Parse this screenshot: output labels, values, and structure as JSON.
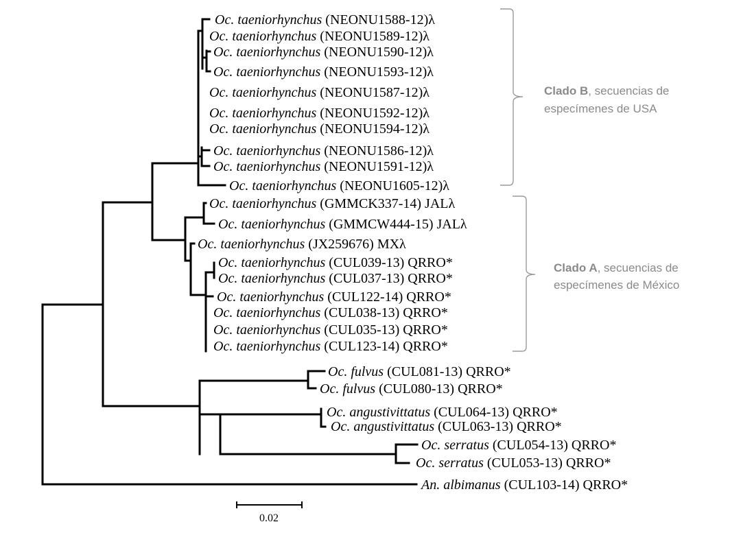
{
  "leaves": [
    {
      "id": "L1",
      "species": "Oc. taeniorhynchus",
      "code": " (NEONU1588-12)λ"
    },
    {
      "id": "L2",
      "species": "Oc. taeniorhynchus",
      "code": " (NEONU1589-12)λ"
    },
    {
      "id": "L3",
      "species": "Oc. taeniorhynchus",
      "code": " (NEONU1590-12)λ"
    },
    {
      "id": "L4",
      "species": "Oc. taeniorhynchus",
      "code": " (NEONU1593-12)λ"
    },
    {
      "id": "L5",
      "species": "Oc. taeniorhynchus",
      "code": " (NEONU1587-12)λ"
    },
    {
      "id": "L6",
      "species": "Oc. taeniorhynchus",
      "code": " (NEONU1592-12)λ"
    },
    {
      "id": "L7",
      "species": "Oc. taeniorhynchus",
      "code": " (NEONU1594-12)λ"
    },
    {
      "id": "L8",
      "species": "Oc. taeniorhynchus",
      "code": " (NEONU1586-12)λ"
    },
    {
      "id": "L9",
      "species": "Oc. taeniorhynchus",
      "code": " (NEONU1591-12)λ"
    },
    {
      "id": "L10",
      "species": "Oc. taeniorhynchus",
      "code": " (NEONU1605-12)λ"
    },
    {
      "id": "L11",
      "species": "Oc. taeniorhynchus",
      "code": " (GMMCK337-14) JALλ"
    },
    {
      "id": "L12",
      "species": "Oc. taeniorhynchus",
      "code": " (GMMCW444-15) JALλ"
    },
    {
      "id": "L13",
      "species": "Oc. taeniorhynchus",
      "code": " (JX259676) MXλ"
    },
    {
      "id": "L14",
      "species": "Oc. taeniorhynchus",
      "code": " (CUL039-13) QRRO*"
    },
    {
      "id": "L15",
      "species": "Oc. taeniorhynchus",
      "code": " (CUL037-13) QRRO*"
    },
    {
      "id": "L16",
      "species": "Oc. taeniorhynchus",
      "code": " (CUL122-14) QRRO*"
    },
    {
      "id": "L17",
      "species": "Oc. taeniorhynchus",
      "code": " (CUL038-13) QRRO*"
    },
    {
      "id": "L18",
      "species": "Oc. taeniorhynchus",
      "code": " (CUL035-13) QRRO*"
    },
    {
      "id": "L19",
      "species": "Oc. taeniorhynchus",
      "code": " (CUL123-14) QRRO*"
    },
    {
      "id": "L20",
      "species": "Oc. fulvus",
      "code": " (CUL081-13) QRRO*"
    },
    {
      "id": "L21",
      "species": "Oc. fulvus",
      "code": " (CUL080-13) QRRO*"
    },
    {
      "id": "L22",
      "species": "Oc. angustivittatus",
      "code": " (CUL064-13) QRRO*"
    },
    {
      "id": "L23",
      "species": "Oc. angustivittatus",
      "code": " (CUL063-13) QRRO*"
    },
    {
      "id": "L24",
      "species": "Oc. serratus",
      "code": " (CUL054-13) QRRO*"
    },
    {
      "id": "L25",
      "species": "Oc. serratus",
      "code": " (CUL053-13) QRRO*"
    },
    {
      "id": "L26",
      "species": "An. albimanus",
      "code": " (CUL103-14) QRRO*"
    }
  ],
  "clades": {
    "b": {
      "name": "Clado B",
      "rest": ", secuencias de",
      "line2": "especímenes de USA"
    },
    "a": {
      "name": "Clado A",
      "rest": ", secuencias de",
      "line2": "especímenes de México"
    }
  },
  "scale_bar": {
    "label": "0.02"
  }
}
